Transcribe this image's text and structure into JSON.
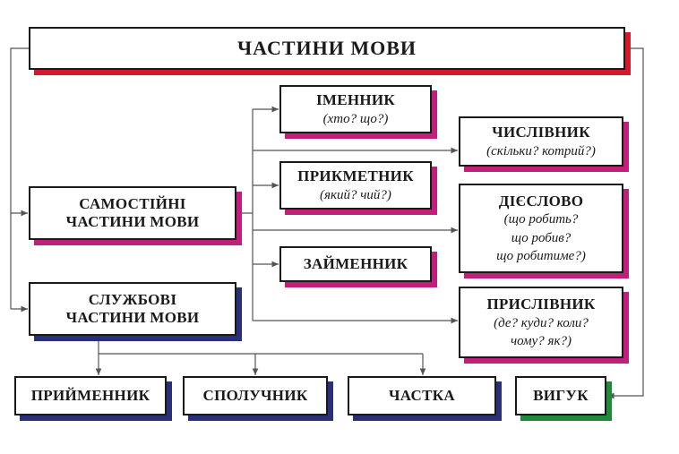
{
  "colors": {
    "pink": "#c0207a",
    "navy": "#2a2f7a",
    "green": "#1f8a3a",
    "red": "#d41a2a",
    "line": "#555555"
  },
  "title": "ЧАСТИНИ МОВИ",
  "independent": {
    "line1": "САМОСТІЙНІ",
    "line2": "ЧАСТИНИ МОВИ"
  },
  "functional": {
    "line1": "СЛУЖБОВІ",
    "line2": "ЧАСТИНИ МОВИ"
  },
  "noun": {
    "title": "ІМЕННИК",
    "q1": "(хто? що?)"
  },
  "adjective": {
    "title": "ПРИКМЕТНИК",
    "q1": "(який? чий?)"
  },
  "pronoun": {
    "title": "ЗАЙМЕННИК"
  },
  "numeral": {
    "title": "ЧИСЛІВНИК",
    "q1": "(скільки? котрий?)"
  },
  "verb": {
    "title": "ДІЄСЛОВО",
    "q1": "(що робить?",
    "q2": "що робив?",
    "q3": "що робитиме?)"
  },
  "adverb": {
    "title": "ПРИСЛІВНИК",
    "q1": "(де? куди? коли?",
    "q2": "чому? як?)"
  },
  "preposition": {
    "title": "ПРИЙМЕННИК"
  },
  "conjunction": {
    "title": "СПОЛУЧНИК"
  },
  "particle": {
    "title": "ЧАСТКА"
  },
  "interjection": {
    "title": "ВИГУК"
  }
}
